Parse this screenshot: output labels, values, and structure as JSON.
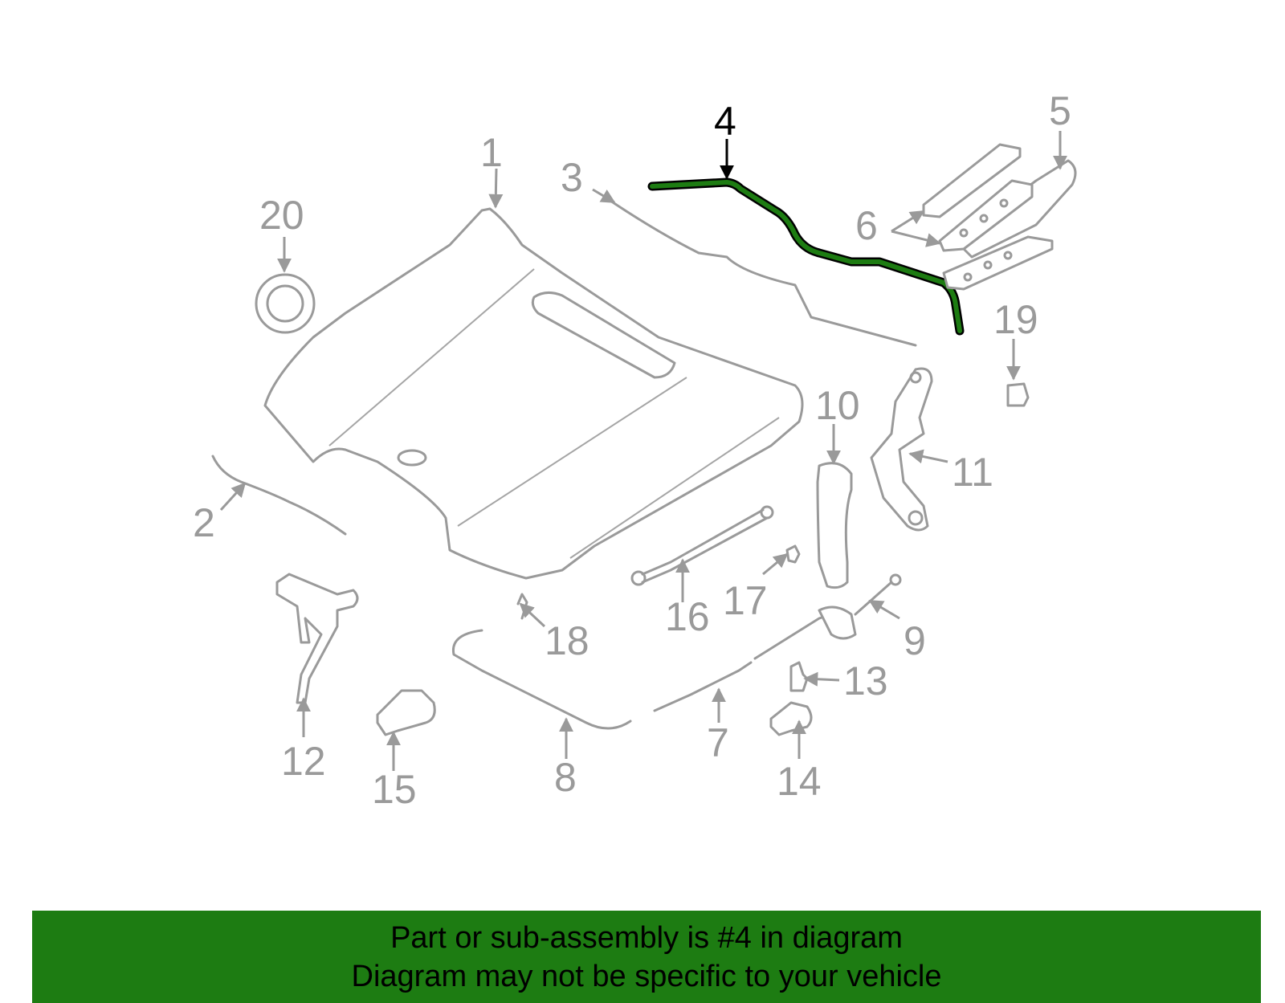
{
  "diagram": {
    "highlight_color": "#1d7c12",
    "part_color": "#9a9a9a",
    "highlighted_part": "4",
    "callouts": [
      "1",
      "2",
      "3",
      "4",
      "5",
      "6",
      "7",
      "8",
      "9",
      "10",
      "11",
      "12",
      "13",
      "14",
      "15",
      "16",
      "17",
      "18",
      "19",
      "20"
    ]
  },
  "banner": {
    "background": "#1d7c12",
    "line1": "Part or sub-assembly is #4 in diagram",
    "line2": "Diagram may not be specific to your vehicle"
  }
}
